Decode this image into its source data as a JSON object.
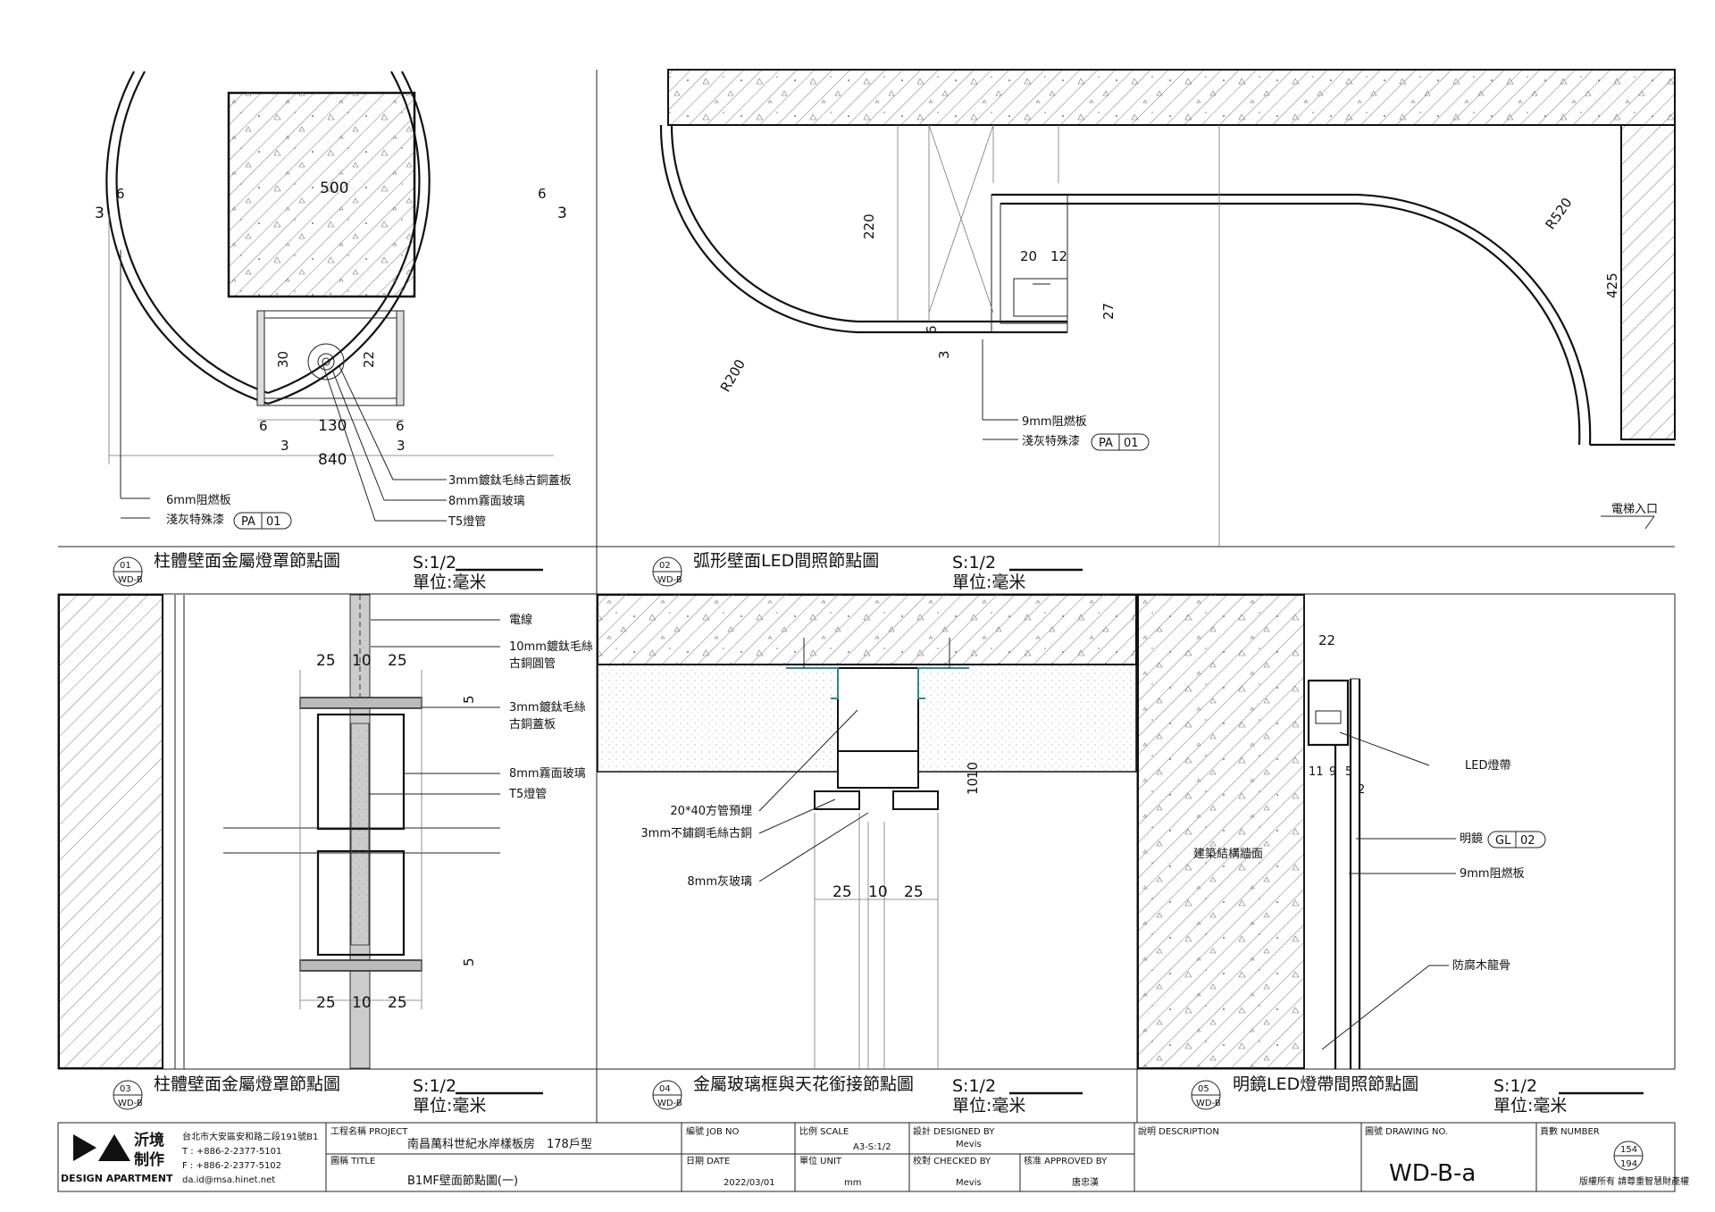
{
  "details": [
    {
      "num": "01",
      "sheet": "WD-B",
      "title": "柱體壁面金屬燈罩節點圖",
      "scale": "S:1/2",
      "unit": "單位:毫米",
      "dims": [
        "500",
        "840",
        "130",
        "6",
        "6",
        "3",
        "3",
        "30",
        "22",
        "6",
        "6",
        "3",
        "3"
      ],
      "notes": [
        "6mm阻燃板",
        "淺灰特殊漆",
        "3mm鍍鈦毛絲古銅蓋板",
        "8mm霧面玻璃",
        "T5燈管"
      ],
      "tag": {
        "code": "PA",
        "no": "01"
      }
    },
    {
      "num": "02",
      "sheet": "WD-B",
      "title": "弧形壁面LED間照節點圖",
      "scale": "S:1/2",
      "unit": "單位:毫米",
      "dims": [
        "220",
        "R200",
        "R520",
        "425",
        "20",
        "12",
        "27",
        "6",
        "3"
      ],
      "notes": [
        "9mm阻燃板",
        "淺灰特殊漆",
        "電梯入口"
      ],
      "tag": {
        "code": "PA",
        "no": "01"
      }
    },
    {
      "num": "03",
      "sheet": "WD-B",
      "title": "柱體壁面金屬燈罩節點圖",
      "scale": "S:1/2",
      "unit": "單位:毫米",
      "dims": [
        "25",
        "10",
        "25",
        "5",
        "5",
        "25",
        "10",
        "25"
      ],
      "notes": [
        "電線",
        "10mm鍍鈦毛絲",
        "古銅圓管",
        "3mm鍍鈦毛絲",
        "古銅蓋板",
        "8mm霧面玻璃",
        "T5燈管"
      ]
    },
    {
      "num": "04",
      "sheet": "WD-B",
      "title": "金屬玻璃框與天花銜接節點圖",
      "scale": "S:1/2",
      "unit": "單位:毫米",
      "dims": [
        "10",
        "10",
        "25",
        "10",
        "25"
      ],
      "notes": [
        "20*40方管預埋",
        "3mm不鏽鋼毛絲古銅",
        "8mm灰玻璃"
      ]
    },
    {
      "num": "05",
      "sheet": "WD-B",
      "title": "明鏡LED燈帶間照節點圖",
      "scale": "S:1/2",
      "unit": "單位:毫米",
      "dims": [
        "22",
        "11",
        "9",
        "5",
        "2"
      ],
      "notes": [
        "LED燈帶",
        "明鏡",
        "9mm阻燃板",
        "防腐木龍骨",
        "建築結構牆面"
      ],
      "tag": {
        "code": "GL",
        "no": "02"
      }
    }
  ],
  "titleblock": {
    "logo_cn": "沂境\n制作",
    "logo_cn1": "沂境",
    "logo_cn2": "制作",
    "logo_en": "DESIGN APARTMENT",
    "address": "台北市大安區安和路二段191號B1",
    "tel": "T : +886-2-2377-5101",
    "fax": "F : +886-2-2377-5102",
    "email": "da.id@msa.hinet.net",
    "project_label": "工程名稱 PROJECT",
    "project": "南昌萬科世紀水岸樣板房　178戶型",
    "title_label": "圖稱 TITLE",
    "title": "B1MF壁面節點圖(一)",
    "jobno_label": "編號 JOB NO",
    "date_label": "日期 DATE",
    "date": "2022/03/01",
    "scale_label": "比例 SCALE",
    "scale": "A3-S:1/2",
    "unit_label": "單位 UNIT",
    "unit": "mm",
    "designed_label": "設計 DESIGNED BY",
    "designed": "Mevis",
    "checked_label": "校對 CHECKED BY",
    "checked": "Mevis",
    "approved_label": "核准 APPROVED BY",
    "approved": "唐忠漢",
    "description_label": "說明 DESCRIPTION",
    "drawing_label": "圖號 DRAWING NO.",
    "drawing_no": "WD-B-a",
    "number_label": "頁數 NUMBER",
    "page": "154",
    "pages": "194",
    "copyright": "版權所有 請尊重智慧財產權"
  }
}
